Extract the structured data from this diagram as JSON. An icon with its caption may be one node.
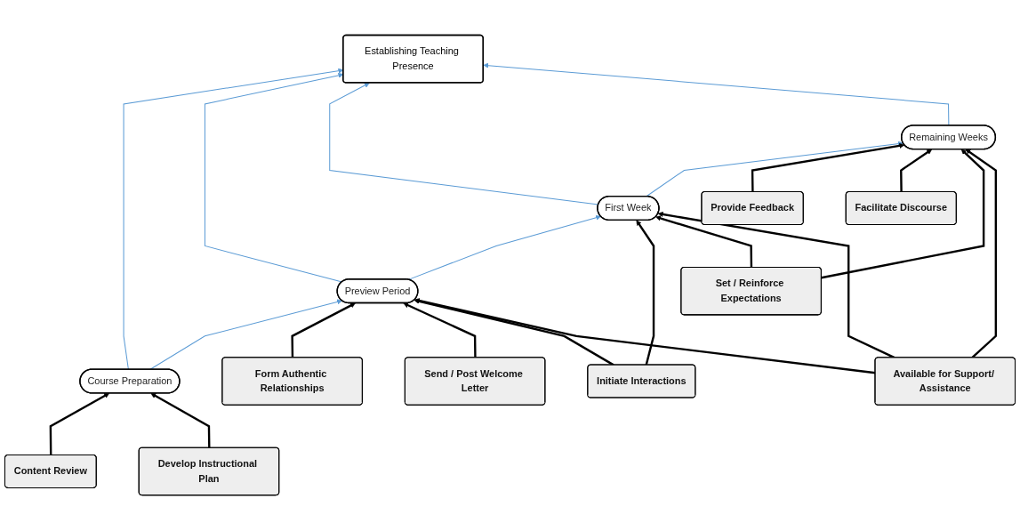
{
  "diagram": {
    "nodes": [
      {
        "text": [
          "Establishing Teaching Presence"
        ]
      },
      {
        "text": [
          "Course Preparation"
        ]
      },
      {
        "text": [
          "Preview Period"
        ]
      },
      {
        "text": [
          "First Week"
        ]
      },
      {
        "text": [
          "Remaining Weeks"
        ]
      },
      {
        "text": [
          "Content Review"
        ]
      },
      {
        "text": [
          "Develop Instructional Plan"
        ]
      },
      {
        "text": [
          "Form Authentic Relationships"
        ]
      },
      {
        "text": [
          "Send / Post Welcome Letter"
        ]
      },
      {
        "text": [
          "Initiate Interactions"
        ]
      },
      {
        "text": [
          "Provide Feedback"
        ]
      },
      {
        "text": [
          "Facilitate Discourse"
        ]
      },
      {
        "text": [
          "Set / Reinforce Expectations"
        ]
      },
      {
        "text": [
          "Available for Support/ Assistance"
        ]
      }
    ],
    "edges": [
      {
        "from": 1,
        "to": 0,
        "arrow": "to",
        "color": "#5b9bd5"
      },
      {
        "from": 2,
        "to": 0,
        "arrow": "to",
        "color": "#5b9bd5"
      },
      {
        "from": 3,
        "to": 0,
        "arrow": "to",
        "color": "#5b9bd5"
      },
      {
        "from": 4,
        "to": 0,
        "arrow": "to",
        "color": "#5b9bd5"
      },
      {
        "from": 1,
        "to": 2,
        "arrow": "to",
        "color": "#5b9bd5"
      },
      {
        "from": 2,
        "to": 3,
        "arrow": "to",
        "color": "#5b9bd5"
      },
      {
        "from": 3,
        "to": 4,
        "arrow": "to",
        "color": "#5b9bd5"
      },
      {
        "from": 5,
        "to": 1,
        "arrow": "to"
      },
      {
        "from": 6,
        "to": 1,
        "arrow": "to"
      },
      {
        "from": 7,
        "to": 2,
        "arrow": "to"
      },
      {
        "from": 8,
        "to": 2,
        "arrow": "to"
      },
      {
        "from": 9,
        "to": 2,
        "arrow": "to"
      },
      {
        "from": 9,
        "to": 3,
        "arrow": "to"
      },
      {
        "from": 10,
        "to": 4,
        "arrow": "to"
      },
      {
        "from": 11,
        "to": 4,
        "arrow": "to"
      },
      {
        "from": 12,
        "to": 3,
        "arrow": "to"
      },
      {
        "from": 12,
        "to": 4,
        "arrow": "to"
      },
      {
        "from": 13,
        "to": 2,
        "arrow": "to"
      },
      {
        "from": 13,
        "to": 3,
        "arrow": "to"
      },
      {
        "from": 13,
        "to": 4,
        "arrow": "to"
      }
    ]
  }
}
